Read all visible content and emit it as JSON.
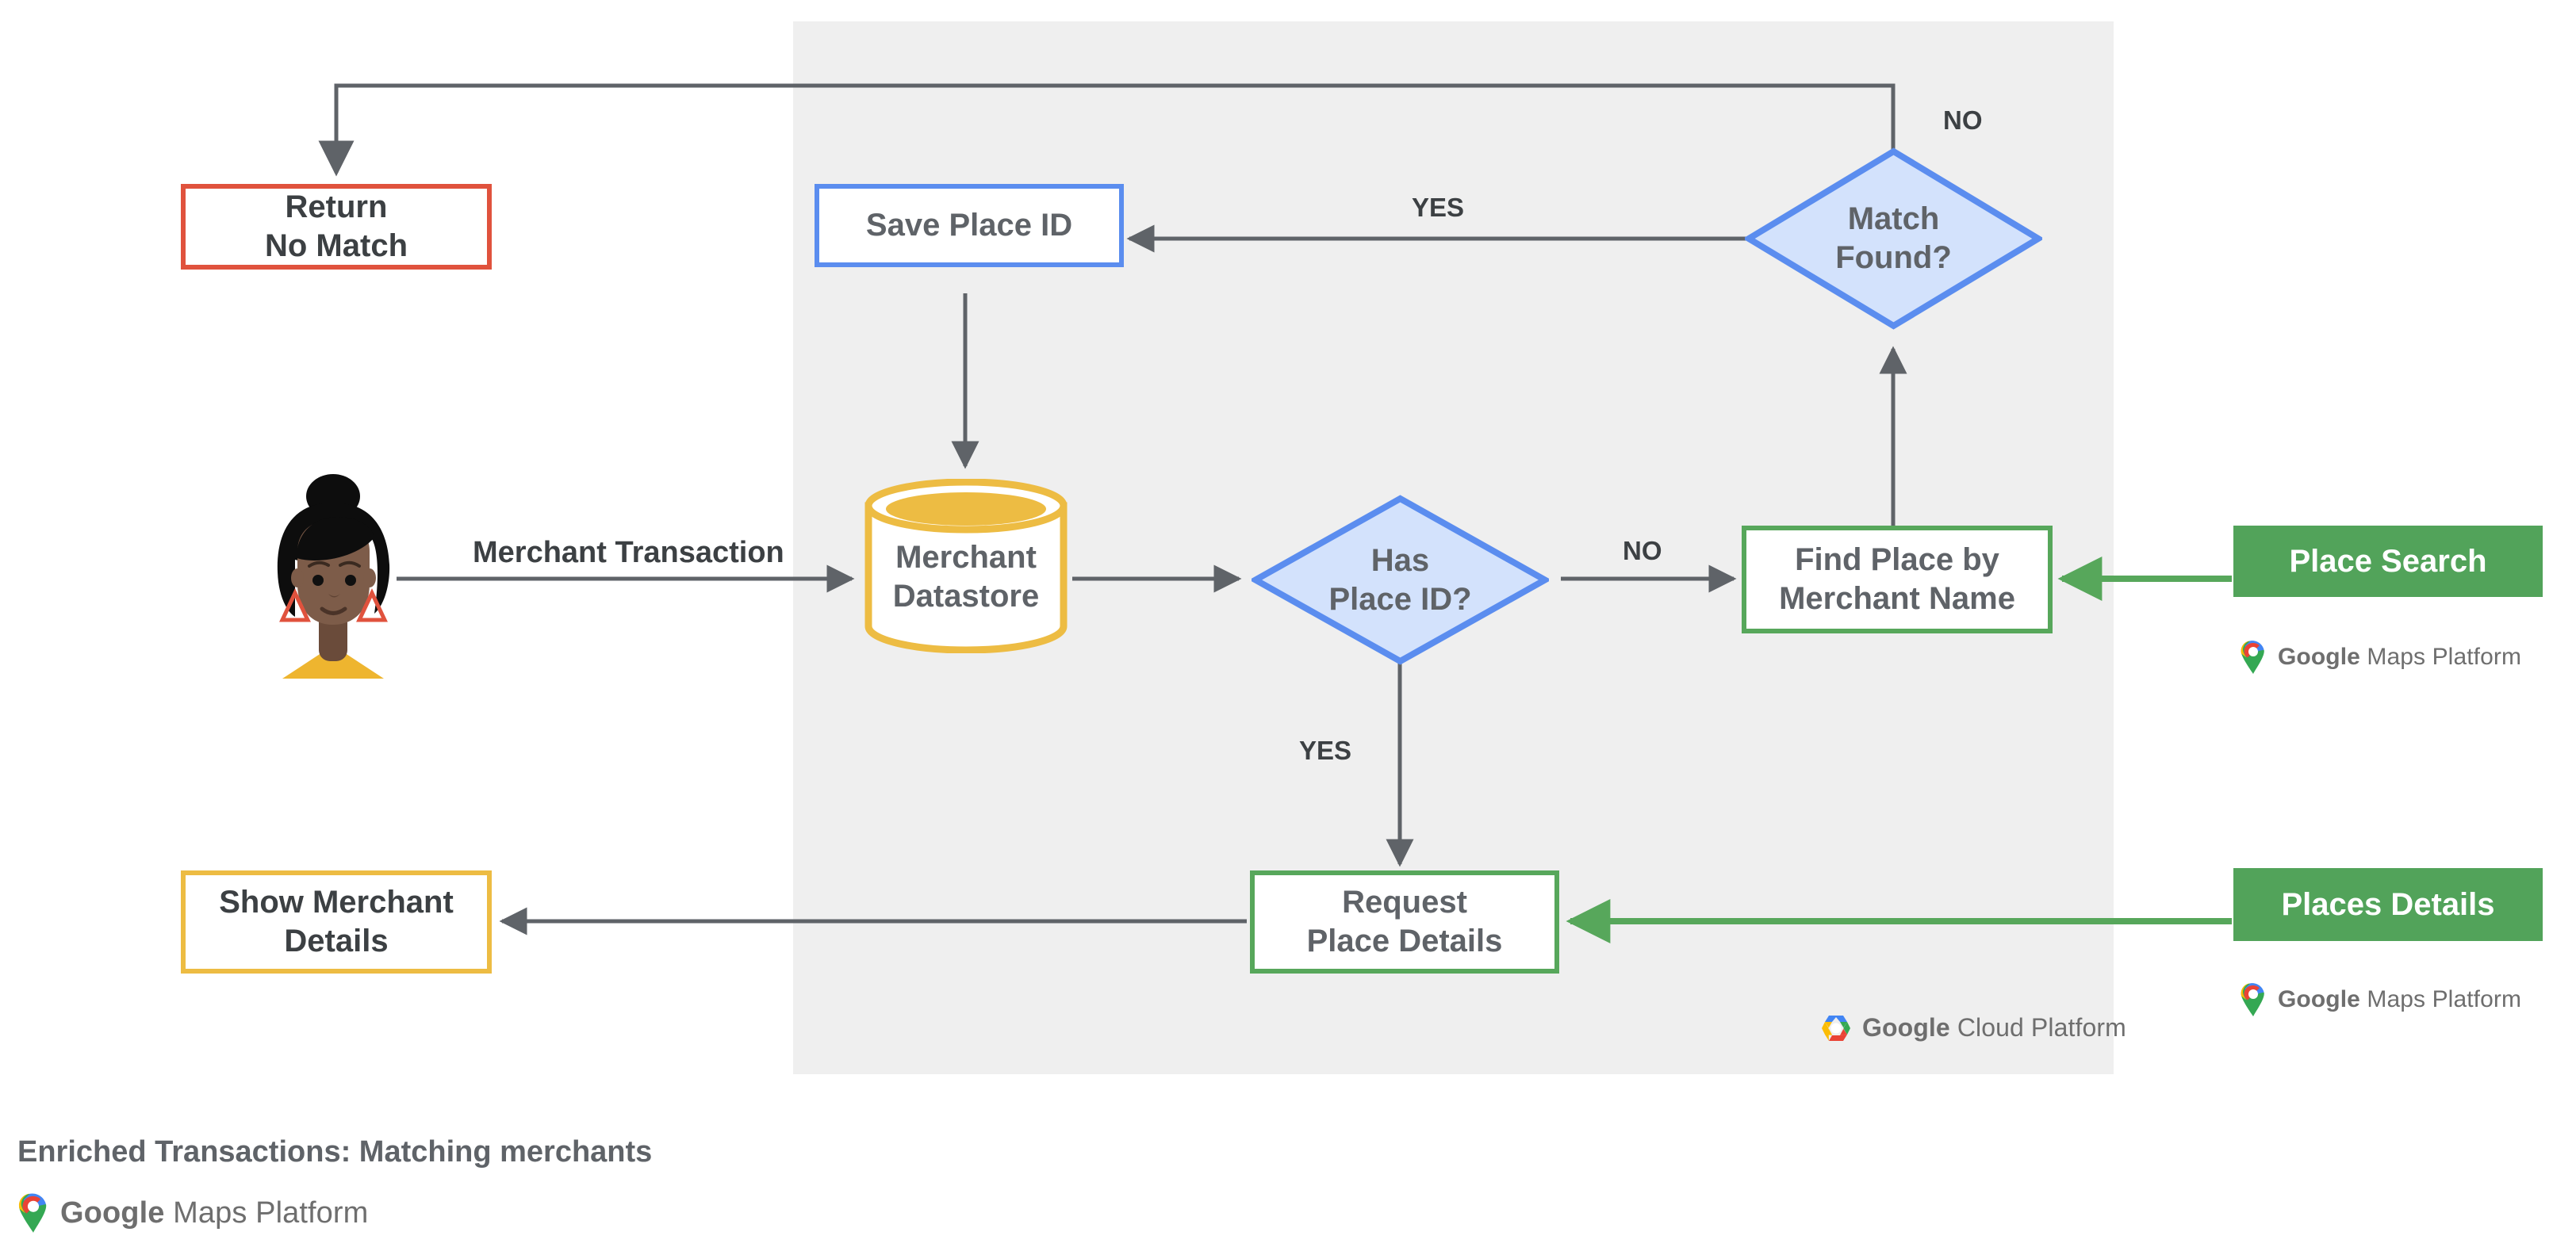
{
  "diagram": {
    "caption": "Enriched Transactions: Matching merchants",
    "caption_attribution": {
      "brand": "Google",
      "product": " Maps Platform",
      "icon": "google-maps-pin-icon"
    },
    "panel": {
      "name": "google-cloud-platform-panel",
      "attribution": {
        "brand": "Google",
        "product": " Cloud Platform",
        "icon": "google-cloud-hexagon-icon"
      }
    },
    "actor": {
      "name": "merchant-customer-avatar",
      "icon": "person-avatar-icon"
    },
    "nodes": [
      {
        "id": "return-no-match",
        "label_lines": [
          "Return",
          "No Match"
        ],
        "shape": "rect",
        "border_color": "#e0523d"
      },
      {
        "id": "save-place-id",
        "label_lines": [
          "Save Place ID"
        ],
        "shape": "rect",
        "border_color": "#5b8def"
      },
      {
        "id": "match-found",
        "label_lines": [
          "Match",
          "Found?"
        ],
        "shape": "diamond",
        "border_color": "#5b8def",
        "fill_color": "#d3e2fc"
      },
      {
        "id": "merchant-datastore",
        "label_lines": [
          "Merchant",
          "Datastore"
        ],
        "shape": "cylinder",
        "border_color": "#edbc43"
      },
      {
        "id": "has-place-id",
        "label_lines": [
          "Has",
          "Place ID?"
        ],
        "shape": "diamond",
        "border_color": "#5b8def",
        "fill_color": "#d3e2fc"
      },
      {
        "id": "find-place",
        "label_lines": [
          "Find Place by",
          "Merchant Name"
        ],
        "shape": "rect",
        "border_color": "#57a75b"
      },
      {
        "id": "request-place-details",
        "label_lines": [
          "Request",
          "Place Details"
        ],
        "shape": "rect",
        "border_color": "#57a75b"
      },
      {
        "id": "show-merchant-details",
        "label_lines": [
          "Show Merchant",
          "Details"
        ],
        "shape": "rect",
        "border_color": "#edbc43"
      }
    ],
    "products": [
      {
        "id": "place-search",
        "label": "Place Search",
        "color": "#52a35a"
      },
      {
        "id": "places-details",
        "label": "Places Details",
        "color": "#52a35a"
      }
    ],
    "edge_labels": [
      {
        "id": "merchant-transaction",
        "text": "Merchant Transaction"
      },
      {
        "id": "match-found-no",
        "text": "NO"
      },
      {
        "id": "match-found-yes",
        "text": "YES"
      },
      {
        "id": "has-place-id-no",
        "text": "NO"
      },
      {
        "id": "has-place-id-yes",
        "text": "YES"
      }
    ],
    "colors": {
      "panel_bg": "#efefef",
      "wire": "#5f6368",
      "green": "#57a75b",
      "blue": "#5b8def",
      "blue_fill": "#d3e2fc",
      "red": "#e0523d",
      "yellow": "#edbc43",
      "text": "#5f6368"
    }
  }
}
